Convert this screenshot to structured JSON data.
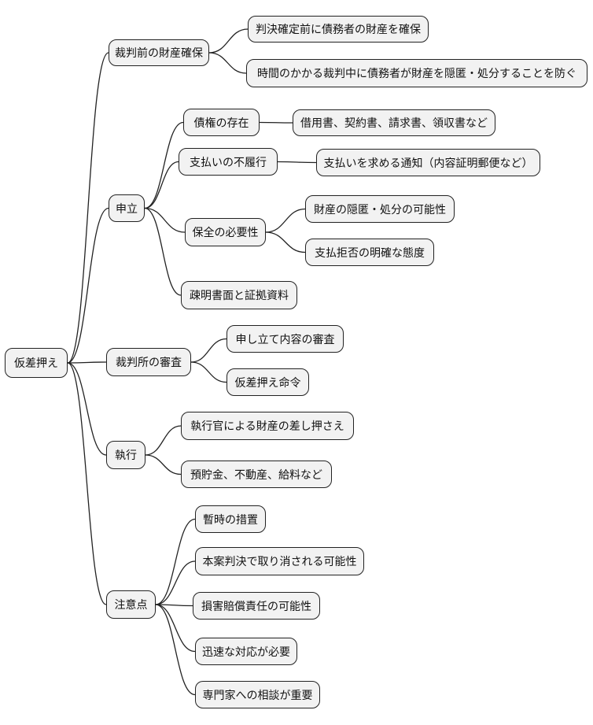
{
  "colors": {
    "background": "#ffffff",
    "node_fill": "#f2f2f2",
    "node_border": "#222222",
    "link": "#222222",
    "text": "#111111"
  },
  "diagram": {
    "type": "mindmap",
    "root": {
      "label": "仮差押え",
      "children": [
        {
          "label": "裁判前の財産確保",
          "children": [
            {
              "label": "判決確定前に債務者の財産を確保"
            },
            {
              "label": "時間のかかる裁判中に債務者が財産を隠匿・処分することを防ぐ"
            }
          ]
        },
        {
          "label": "申立",
          "children": [
            {
              "label": "債権の存在",
              "children": [
                {
                  "label": "借用書、契約書、請求書、領収書など"
                }
              ]
            },
            {
              "label": "支払いの不履行",
              "children": [
                {
                  "label": "支払いを求める通知（内容証明郵便など）"
                }
              ]
            },
            {
              "label": "保全の必要性",
              "children": [
                {
                  "label": "財産の隠匿・処分の可能性"
                },
                {
                  "label": "支払拒否の明確な態度"
                }
              ]
            },
            {
              "label": "疎明書面と証拠資料"
            }
          ]
        },
        {
          "label": "裁判所の審査",
          "children": [
            {
              "label": "申し立て内容の審査"
            },
            {
              "label": "仮差押え命令"
            }
          ]
        },
        {
          "label": "執行",
          "children": [
            {
              "label": "執行官による財産の差し押さえ"
            },
            {
              "label": "預貯金、不動産、給料など"
            }
          ]
        },
        {
          "label": "注意点",
          "children": [
            {
              "label": "暫時の措置"
            },
            {
              "label": "本案判決で取り消される可能性"
            },
            {
              "label": "損害賠償責任の可能性"
            },
            {
              "label": "迅速な対応が必要"
            },
            {
              "label": "専門家への相談が重要"
            }
          ]
        }
      ]
    }
  }
}
